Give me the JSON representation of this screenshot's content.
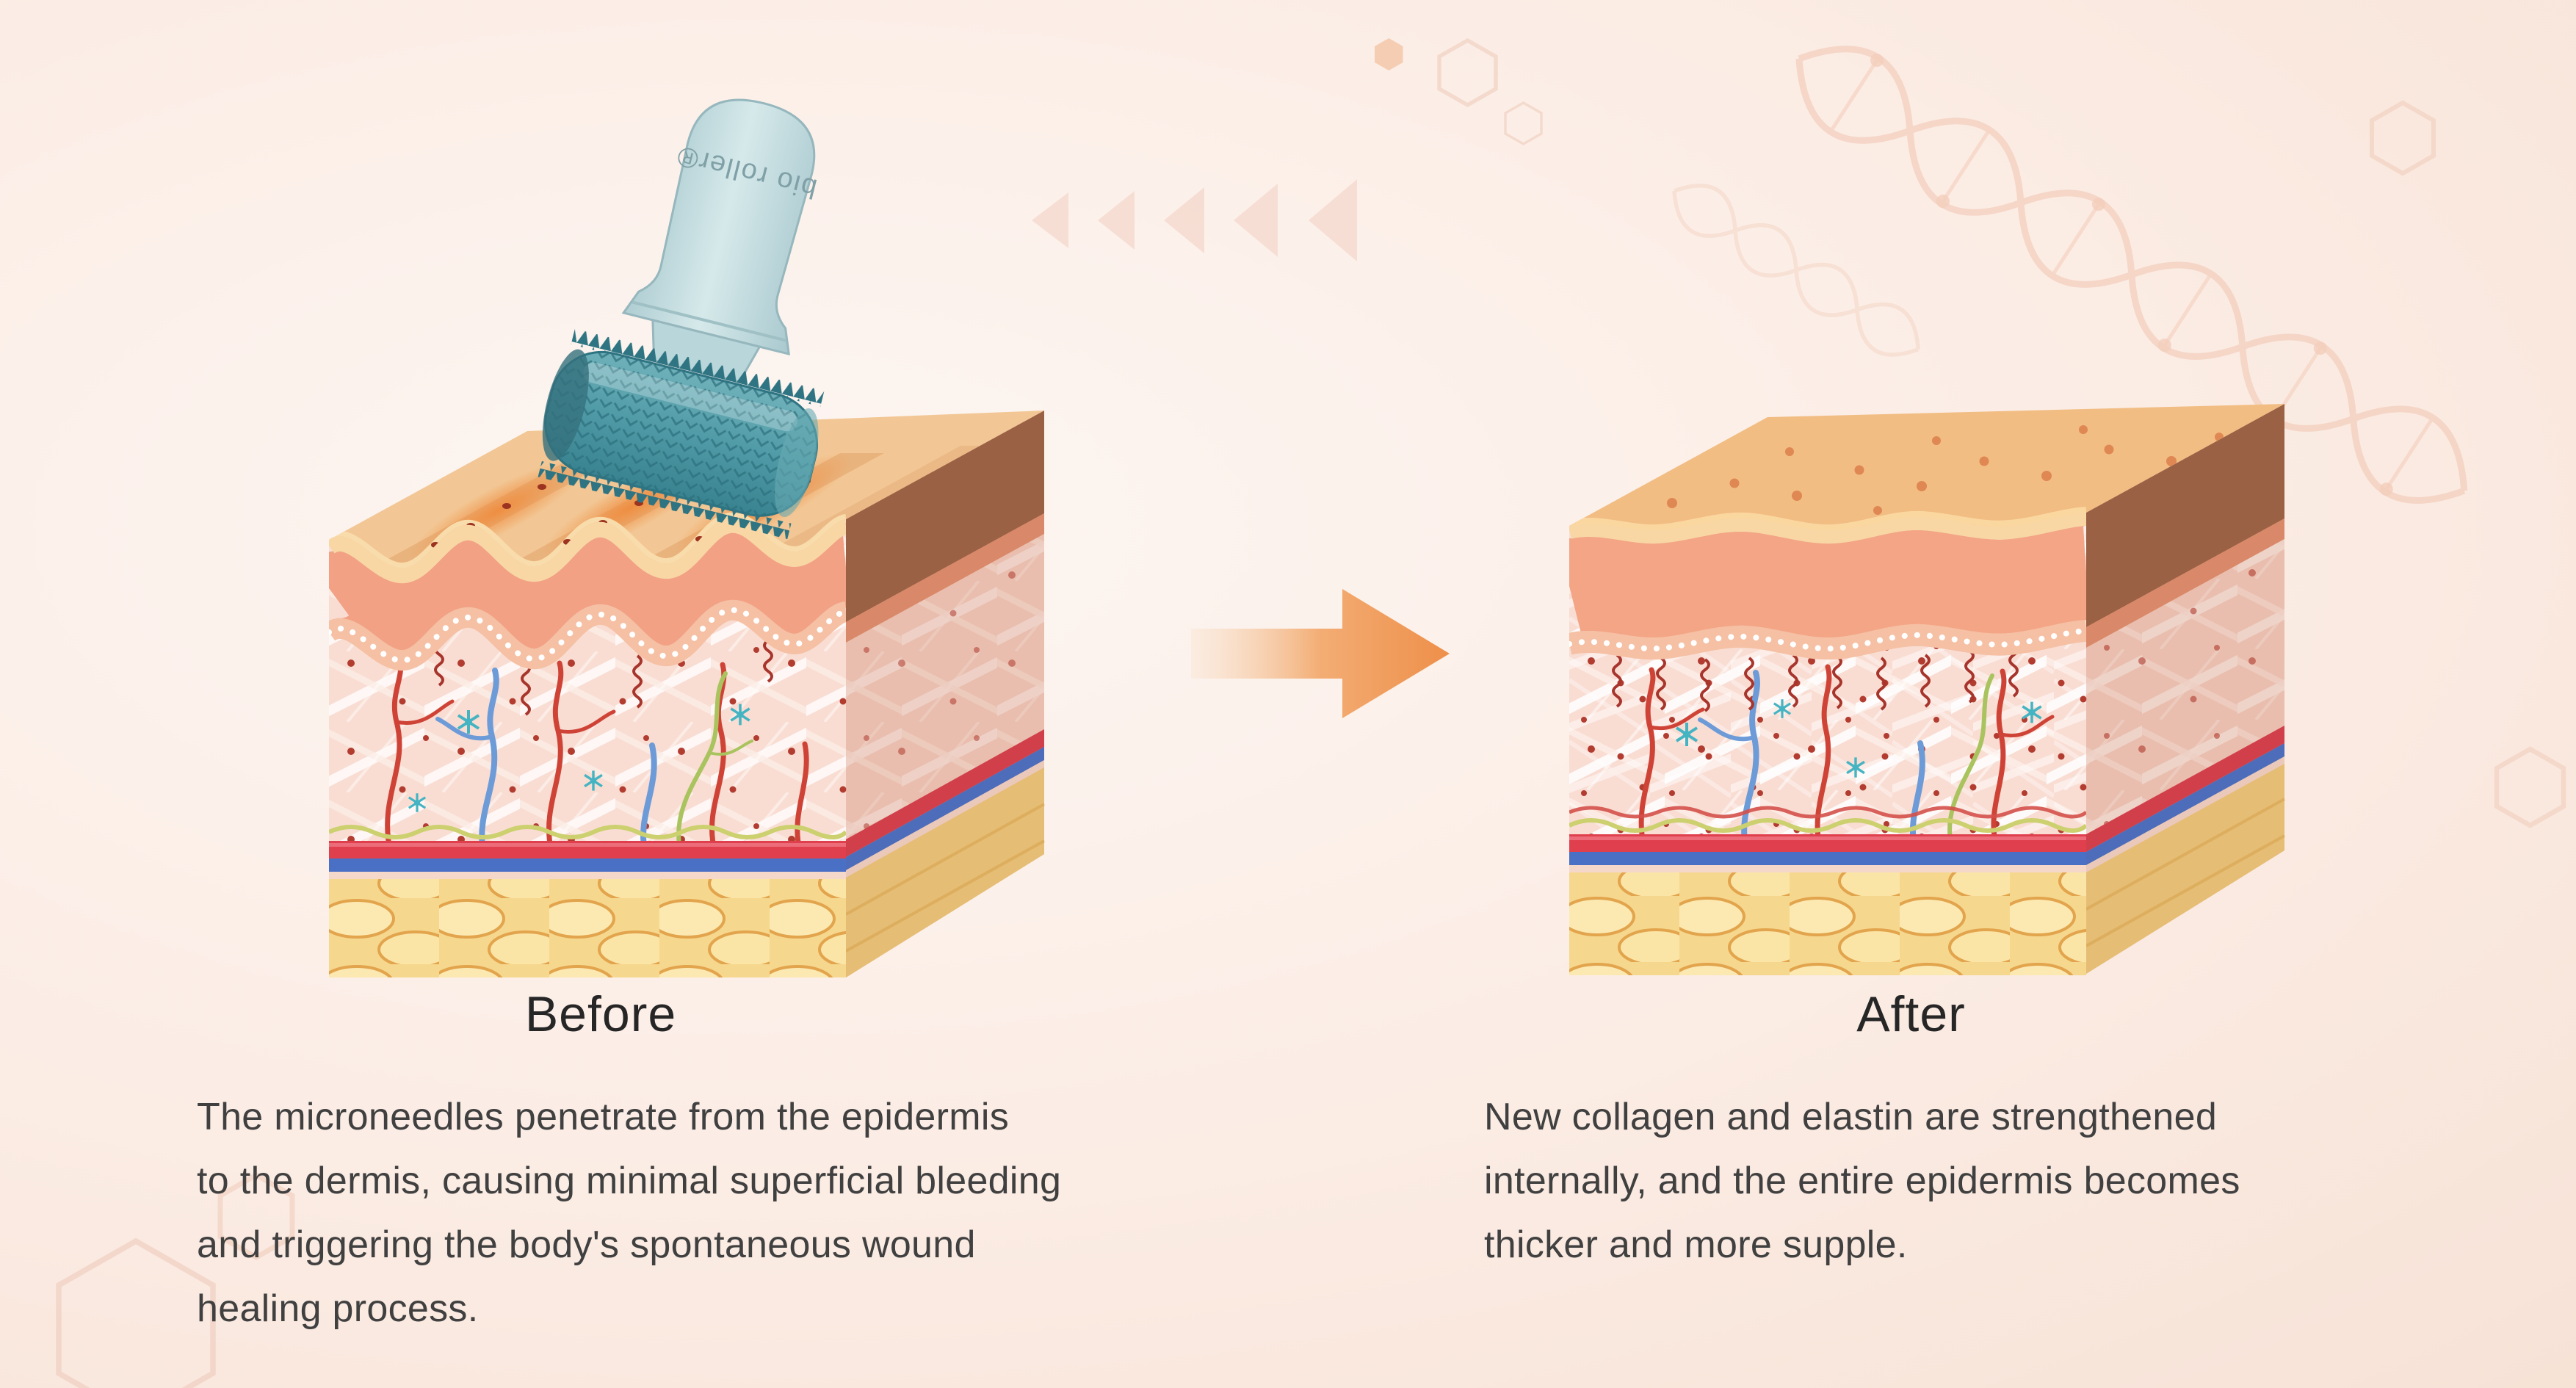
{
  "background": {
    "color": "#fbece4"
  },
  "roller": {
    "brand": "bio roller®"
  },
  "arrow": {
    "direction": "right",
    "color": "#ee8f4a"
  },
  "before": {
    "label": "Before",
    "lines": [
      "The microneedles penetrate from the epidermis",
      "to the dermis, causing minimal superficial bleeding",
      "and triggering the body's spontaneous wound",
      "healing process."
    ]
  },
  "after": {
    "label": "After",
    "lines": [
      "New collagen and elastin are strengthened",
      "internally, and the entire epidermis becomes",
      "thicker and more supple."
    ]
  },
  "colors": {
    "skin_surface": "#f1c08e",
    "epidermis": "#f2a184",
    "dermis": "#f9ddd3",
    "blood_band": "#e0404e",
    "vein_band": "#4a70c6",
    "fat_layer": "#f6d78e",
    "roller_handle": "#cfe3e5",
    "roller_drum": "#4f9aa6",
    "heading_text": "#262626",
    "body_text": "#404040"
  }
}
